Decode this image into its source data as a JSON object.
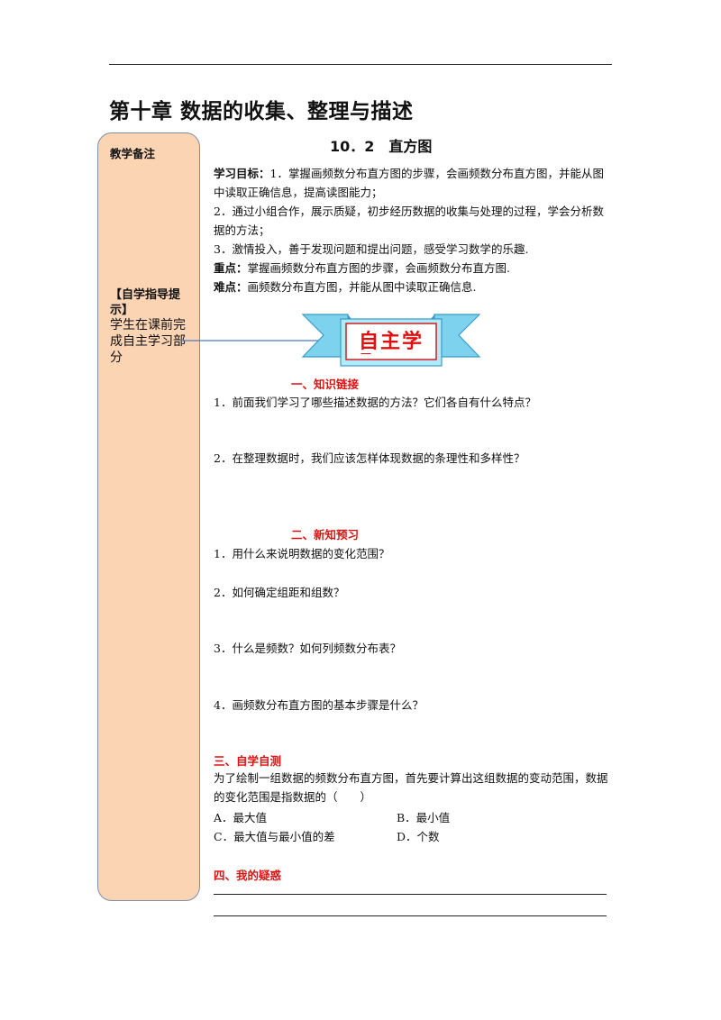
{
  "chapter_title": "第十章 数据的收集、整理与描述",
  "sidebar": {
    "title": "教学备注",
    "hint_head": "【自学指导提示】",
    "hint_body": "学生在课前完成自主学习部分"
  },
  "section_title": "10．2　直方图",
  "objectives": {
    "label": "学习目标：",
    "line1": "1．掌握画频数分布直方图的步骤，会画频数分布直方图，并能从图中读取正确信息，提高读图能力；",
    "line2": "2．通过小组合作，展示质疑，初步经历数据的收集与处理的过程，学会分析数据的方法；",
    "line3": "3．激情投入，善于发现问题和提出问题，感受学习数学的乐趣."
  },
  "key_point": {
    "label": "重点：",
    "text": "掌握画频数分布直方图的步骤，会画频数分布直方图."
  },
  "difficulty": {
    "label": "难点：",
    "text": "画频数分布直方图，并能从图中读取正确信息."
  },
  "banner": {
    "text": "自主学",
    "suffix": "一"
  },
  "part1": {
    "heading": "一、知识链接",
    "q1": "1．前面我们学习了哪些描述数据的方法？它们各自有什么特点？",
    "q2": "2．在整理数据时，我们应该怎样体现数据的条理性和多样性？"
  },
  "part2": {
    "heading": "二、新知预习",
    "q1": "1．用什么来说明数据的变化范围？",
    "q2": "2．如何确定组距和组数？",
    "q3": "3．什么是频数？如何列频数分布表？",
    "q4": "4．画频数分布直方图的基本步骤是什么？"
  },
  "part3": {
    "heading": "三、自学自测",
    "question": "为了绘制一组数据的频数分布直方图，首先要计算出这组数据的变动范围，数据的变化范围是指数据的（　　）",
    "optA": "A．最大值",
    "optB": "B．最小值",
    "optC": "C．最大值与最小值的差",
    "optD": "D．个数"
  },
  "part4": {
    "heading": "四、我的疑惑"
  },
  "colors": {
    "sidebar_fill": "#fbd4b4",
    "banner_blue": "#7dd3ee",
    "heading_red": "#e01010"
  }
}
